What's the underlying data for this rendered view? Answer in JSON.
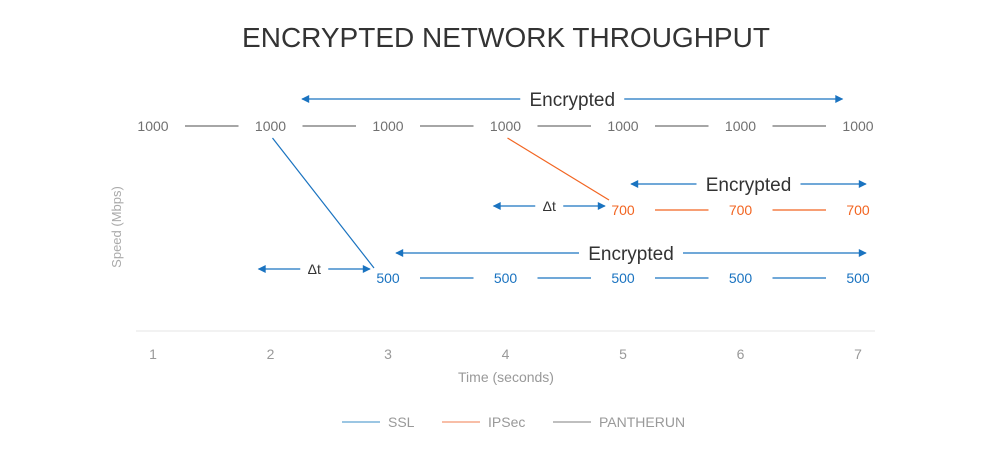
{
  "chart_data": {
    "type": "line",
    "title": "ENCRYPTED NETWORK THROUGHPUT",
    "xlabel": "Time (seconds)",
    "ylabel": "Speed (Mbps)",
    "x": [
      1,
      2,
      3,
      4,
      5,
      6,
      7
    ],
    "xlim": [
      1,
      7
    ],
    "ylim": [
      300,
      1000
    ],
    "grid": false,
    "legend_position": "bottom",
    "series": [
      {
        "name": "SSL",
        "color": "#1a73c0",
        "legend_color": "#7ab3da",
        "points": [
          [
            2,
            1000
          ],
          [
            3,
            500
          ],
          [
            4,
            500
          ],
          [
            5,
            500
          ],
          [
            6,
            500
          ],
          [
            7,
            500
          ]
        ],
        "labeled_from": 1
      },
      {
        "name": "IPSec",
        "color": "#f26522",
        "legend_color": "#f5a98a",
        "points": [
          [
            4,
            1000
          ],
          [
            5,
            700
          ],
          [
            6,
            700
          ],
          [
            7,
            700
          ]
        ],
        "labeled_from": 1
      },
      {
        "name": "PANTHERUN",
        "color": "#707070",
        "legend_color": "#aaaaaa",
        "points": [
          [
            1,
            1000
          ],
          [
            2,
            1000
          ],
          [
            3,
            1000
          ],
          [
            4,
            1000
          ],
          [
            5,
            1000
          ],
          [
            6,
            1000
          ],
          [
            7,
            1000
          ]
        ],
        "labeled_from": 0
      }
    ],
    "annotations": [
      {
        "type": "range",
        "label": "Encrypted",
        "from": 2.2,
        "to": 6.8,
        "level": 1000,
        "series": "PANTHERUN"
      },
      {
        "type": "range",
        "label": "Encrypted",
        "from": 5,
        "to": 7,
        "level": 700,
        "series": "IPSec"
      },
      {
        "type": "range",
        "label": "Encrypted",
        "from": 3,
        "to": 7,
        "level": 500,
        "series": "SSL"
      },
      {
        "type": "delta",
        "label": "Δt",
        "from": 2,
        "to": 3,
        "level": 500
      },
      {
        "type": "delta",
        "label": "Δt",
        "from": 4,
        "to": 5,
        "level": 700
      }
    ]
  }
}
